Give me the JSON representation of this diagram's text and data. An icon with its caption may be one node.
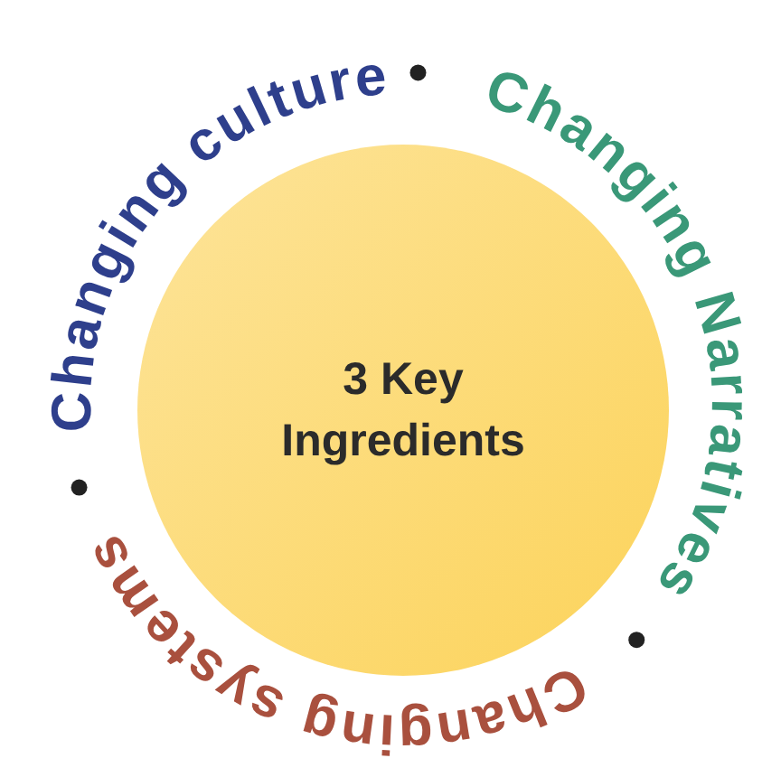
{
  "diagram": {
    "nodes": [
      {
        "text": [
          "3 Key Ingredients"
        ]
      }
    ],
    "labels": [
      "Changing culture",
      "Changing Narratives",
      "Changing systems"
    ]
  }
}
